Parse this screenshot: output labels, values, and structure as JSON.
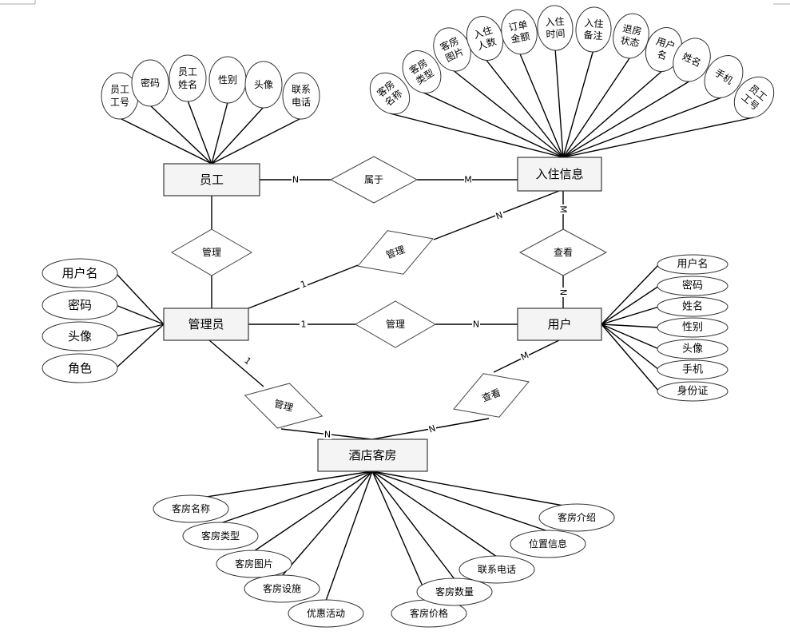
{
  "entities": {
    "employee": "员工",
    "checkin": "入住信息",
    "admin": "管理员",
    "user": "用户",
    "room": "酒店客房"
  },
  "relations": {
    "belongs": "属于",
    "manage_emp": "管理",
    "manage_checkin": "管理",
    "manage_user": "管理",
    "view_checkin": "查看",
    "manage_room": "管理",
    "view_room": "查看"
  },
  "cardinalities": {
    "emp_belongs": "N",
    "belongs_checkin": "M",
    "admin_checkin_1": "1",
    "admin_checkin_n": "N",
    "checkin_view": "M",
    "view_user": "N",
    "admin_user_1": "1",
    "admin_user_n": "N",
    "admin_room_1": "1",
    "admin_room_n": "N",
    "user_room_m": "M",
    "user_room_n": "N"
  },
  "employee_attrs": [
    [
      "员工",
      "工号"
    ],
    [
      "密码"
    ],
    [
      "员工",
      "姓名"
    ],
    [
      "性别"
    ],
    [
      "头像"
    ],
    [
      "联系",
      "电话"
    ]
  ],
  "checkin_attrs": [
    [
      "客房",
      "名称"
    ],
    [
      "客房",
      "类型"
    ],
    [
      "客房",
      "图片"
    ],
    [
      "入住",
      "人数"
    ],
    [
      "订单",
      "金额"
    ],
    [
      "入住",
      "时间"
    ],
    [
      "入住",
      "备注"
    ],
    [
      "退房",
      "状态"
    ],
    [
      "用户",
      "名"
    ],
    [
      "姓名"
    ],
    [
      "手机"
    ],
    [
      "员工",
      "工号"
    ]
  ],
  "admin_attrs": [
    "用户名",
    "密码",
    "头像",
    "角色"
  ],
  "user_attrs": [
    "用户名",
    "密码",
    "姓名",
    "性别",
    "头像",
    "手机",
    "身份证"
  ],
  "room_attrs": [
    "客房名称",
    "客房类型",
    "客房图片",
    "客房设施",
    "优惠活动",
    "客房价格",
    "客房数量",
    "联系电话",
    "位置信息",
    "客房介绍"
  ]
}
